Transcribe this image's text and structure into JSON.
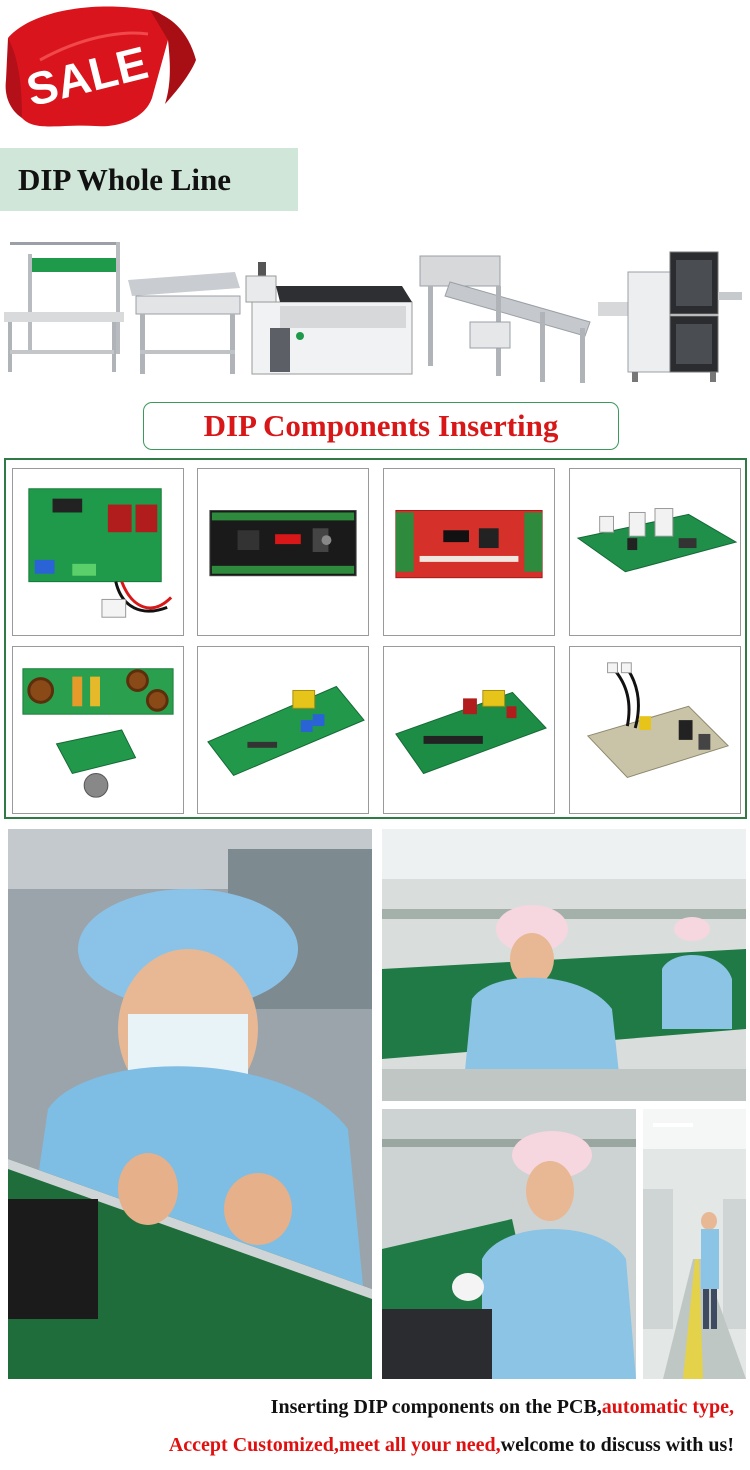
{
  "sale_banner": {
    "text": "SALE",
    "color": "#d9141c"
  },
  "whole_line": {
    "title": "DIP Whole Line"
  },
  "components": {
    "title": "DIP Components Inserting",
    "title_color": "#d81818"
  },
  "machines": [
    {
      "icon": "assembly-workbench"
    },
    {
      "icon": "pcb-conveyor"
    },
    {
      "icon": "wave-soldering-machine"
    },
    {
      "icon": "inclined-conveyor"
    },
    {
      "icon": "pcb-unloader"
    }
  ],
  "pcb_samples": [
    {
      "icon": "relay-board-with-cable",
      "color": "#1f9a4a"
    },
    {
      "icon": "black-controller-board",
      "color": "#1a1a1a"
    },
    {
      "icon": "red-controller-board",
      "color": "#d6302a"
    },
    {
      "icon": "green-connector-board",
      "color": "#1f8f4a"
    },
    {
      "icon": "inductor-power-board",
      "color": "#2aa04f"
    },
    {
      "icon": "transformer-driver-board",
      "color": "#22994a"
    },
    {
      "icon": "relay-control-board",
      "color": "#1d8d46"
    },
    {
      "icon": "power-supply-board",
      "color": "#c9c4a8"
    }
  ],
  "photos": [
    {
      "icon": "worker-inserting-components-closeup"
    },
    {
      "icon": "worker-at-assembly-line"
    },
    {
      "icon": "worker-handling-pcb"
    },
    {
      "icon": "factory-aisle"
    }
  ],
  "caption": {
    "line1_black": "Inserting DIP components on the PCB,",
    "line1_red": "automatic type,",
    "line2_red": "Accept Customized,meet all your need,",
    "line2_black": "welcome to discuss with us!"
  }
}
